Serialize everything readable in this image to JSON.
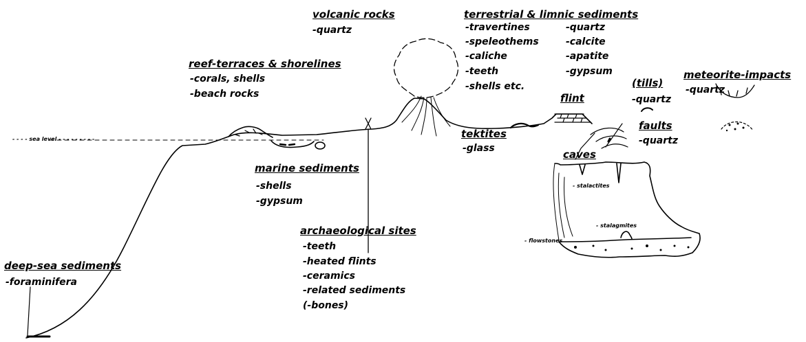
{
  "sea_level_label": "- - - - sea level - - - - - - - - -",
  "groups": {
    "volcanic": {
      "title": "volcanic rocks",
      "items": [
        "-quartz"
      ]
    },
    "terrestrial": {
      "title": "terrestrial & limnic sediments",
      "col1": [
        "-travertines",
        "-speleothems",
        "-caliche",
        "-teeth",
        "-shells etc."
      ],
      "col2": [
        "-quartz",
        "-calcite",
        "-apatite",
        "-gypsum"
      ]
    },
    "reef": {
      "title": "reef-terraces & shorelines",
      "items": [
        "-corals, shells",
        "-beach rocks"
      ]
    },
    "flint": {
      "title": "flint"
    },
    "tills": {
      "title": "(tills)",
      "items": [
        "-quartz"
      ]
    },
    "meteorite": {
      "title": "meteorite-impacts",
      "items": [
        "-quartz"
      ]
    },
    "tektites": {
      "title": "tektites",
      "items": [
        "-glass"
      ]
    },
    "faults": {
      "title": "faults",
      "items": [
        "-quartz"
      ]
    },
    "caves": {
      "title": "caves",
      "inset_labels": [
        "- stalactites",
        "- stalagmites",
        "- flowstones"
      ]
    },
    "marine": {
      "title": "marine sediments",
      "items": [
        "-shells",
        "-gypsum"
      ]
    },
    "archaeological": {
      "title": "archaeological sites",
      "items": [
        "-teeth",
        "-heated flints",
        "-ceramics",
        "-related sediments",
        "(-bones)"
      ]
    },
    "deepsea": {
      "title": "deep-sea sediments",
      "items": [
        "-foraminifera"
      ]
    }
  }
}
